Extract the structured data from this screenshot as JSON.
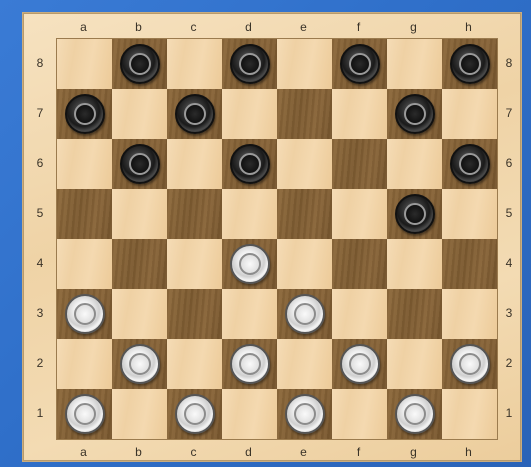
{
  "board": {
    "columns": [
      "a",
      "b",
      "c",
      "d",
      "e",
      "f",
      "g",
      "h"
    ],
    "rows": [
      "8",
      "7",
      "6",
      "5",
      "4",
      "3",
      "2",
      "1"
    ],
    "pieces": [
      {
        "square": "b8",
        "color": "black"
      },
      {
        "square": "d8",
        "color": "black"
      },
      {
        "square": "f8",
        "color": "black"
      },
      {
        "square": "h8",
        "color": "black"
      },
      {
        "square": "a7",
        "color": "black"
      },
      {
        "square": "c7",
        "color": "black"
      },
      {
        "square": "g7",
        "color": "black"
      },
      {
        "square": "b6",
        "color": "black"
      },
      {
        "square": "d6",
        "color": "black"
      },
      {
        "square": "h6",
        "color": "black"
      },
      {
        "square": "g5",
        "color": "black"
      },
      {
        "square": "d4",
        "color": "white"
      },
      {
        "square": "a3",
        "color": "white"
      },
      {
        "square": "e3",
        "color": "white"
      },
      {
        "square": "b2",
        "color": "white"
      },
      {
        "square": "d2",
        "color": "white"
      },
      {
        "square": "f2",
        "color": "white"
      },
      {
        "square": "h2",
        "color": "white"
      },
      {
        "square": "a1",
        "color": "white"
      },
      {
        "square": "c1",
        "color": "white"
      },
      {
        "square": "e1",
        "color": "white"
      },
      {
        "square": "g1",
        "color": "white"
      }
    ]
  },
  "colors": {
    "background": "#2f6fc9",
    "light_square": "#f2d6ab",
    "dark_square": "#825f34",
    "black_piece": "#1a1a1a",
    "white_piece": "#f2f2f2"
  }
}
